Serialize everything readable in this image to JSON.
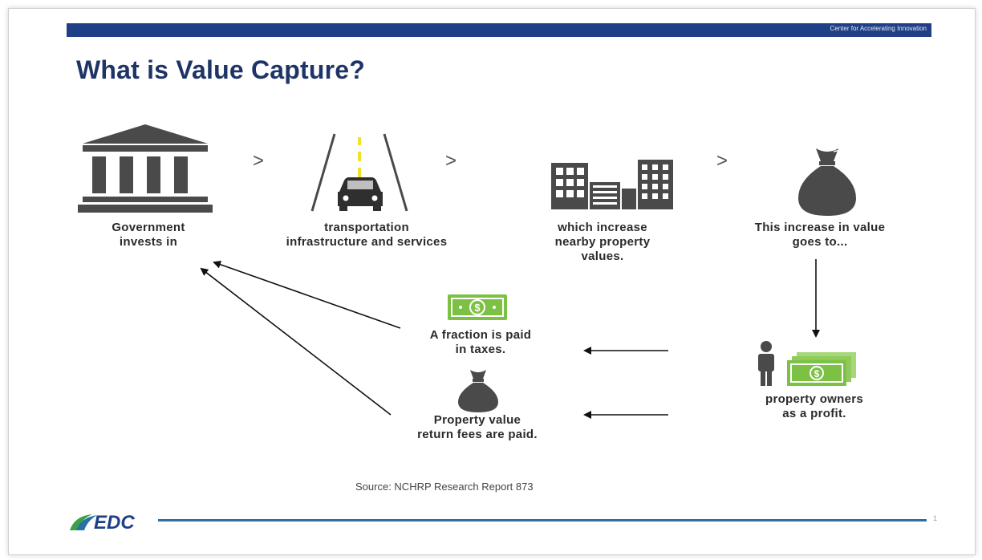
{
  "header": {
    "tagline": "Center for Accelerating Innovation"
  },
  "slide": {
    "title": "What is Value Capture?",
    "separator": ">",
    "steps": [
      {
        "line1": "Government",
        "line2": "invests in",
        "line3": ""
      },
      {
        "line1": "transportation",
        "line2": "infrastructure and services",
        "line3": ""
      },
      {
        "line1": "which increase",
        "line2": "nearby property",
        "line3": "values."
      },
      {
        "line1": "This increase in value",
        "line2": "goes to...",
        "line3": ""
      }
    ],
    "owners": {
      "line1": "property owners",
      "line2": "as a profit."
    },
    "taxes": {
      "line1": "A fraction is paid",
      "line2": "in taxes."
    },
    "fees": {
      "line1": "Property value",
      "line2": "return fees are paid."
    },
    "source": "Source: NCHRP Research Report 873"
  },
  "footer": {
    "logo_text": "EDC",
    "page_number": "1"
  },
  "colors": {
    "navy": "#1f3f86",
    "title": "#1f3466",
    "icon_gray": "#4a4a4a",
    "money_green": "#7cc143",
    "line_blue": "#2a6fa8"
  }
}
